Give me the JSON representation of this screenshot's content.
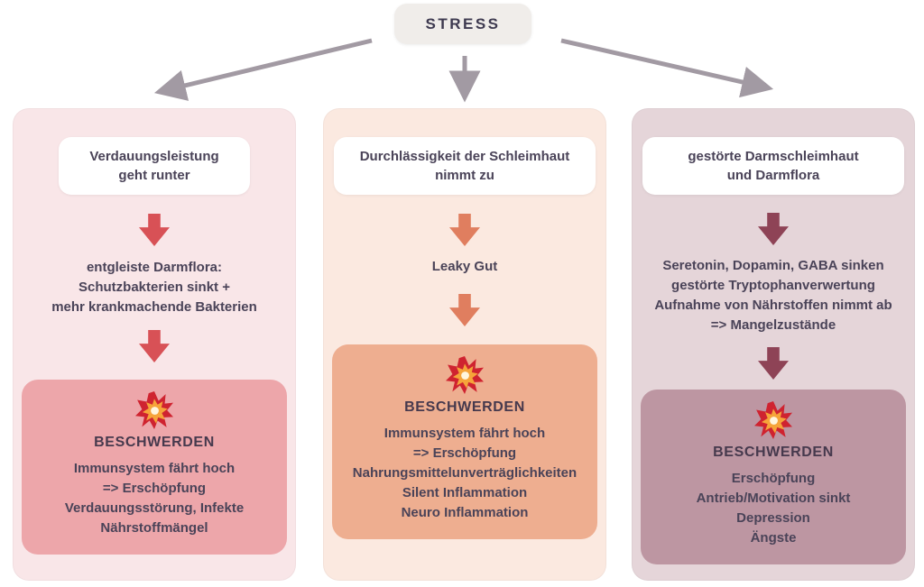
{
  "source": {
    "label": "STRESS"
  },
  "columns": [
    {
      "id": "verdauung",
      "header_lines": [
        "Verdauungsleistung",
        "geht runter"
      ],
      "mid_lines": [
        "entgleiste Darmflora:",
        "Schutzbakterien sinkt +",
        "mehr krankmachende Bakterien"
      ],
      "complaints_title": "BESCHWERDEN",
      "complaints_lines": [
        "Immunsystem fährt hoch",
        "=> Erschöpfung",
        "Verdauungsstörung, Infekte",
        "Nährstoffmängel"
      ],
      "colors": {
        "background": "#f9e6e8",
        "arrow": "#d85156",
        "complaints_box": "#eda6aa"
      }
    },
    {
      "id": "schleimhaut",
      "header_lines": [
        "Durchlässigkeit der Schleimhaut",
        "nimmt zu"
      ],
      "mid_lines": [
        "Leaky Gut"
      ],
      "complaints_title": "BESCHWERDEN",
      "complaints_lines": [
        "Immunsystem fährt hoch",
        "=> Erschöpfung",
        "Nahrungsmittelunverträglichkeiten",
        "Silent Inflammation",
        "Neuro Inflammation"
      ],
      "colors": {
        "background": "#fbe9e0",
        "arrow": "#e07e5f",
        "complaints_box": "#eeae90"
      }
    },
    {
      "id": "darmflora",
      "header_lines": [
        "gestörte Darmschleimhaut",
        "und Darmflora"
      ],
      "mid_lines": [
        "Seretonin, Dopamin, GABA sinken",
        "gestörte Tryptophanverwertung",
        "Aufnahme von Nährstoffen nimmt ab",
        "=> Mangelzustände"
      ],
      "complaints_title": "BESCHWERDEN",
      "complaints_lines": [
        "Erschöpfung",
        "Antrieb/Motivation sinkt",
        "Depression",
        "Ängste"
      ],
      "colors": {
        "background": "#e5d5d9",
        "arrow": "#8e4356",
        "complaints_box": "#bd96a2"
      }
    }
  ],
  "icons": {
    "explosion": "explosion-burst-icon",
    "connector_color": "#a29aa3"
  }
}
